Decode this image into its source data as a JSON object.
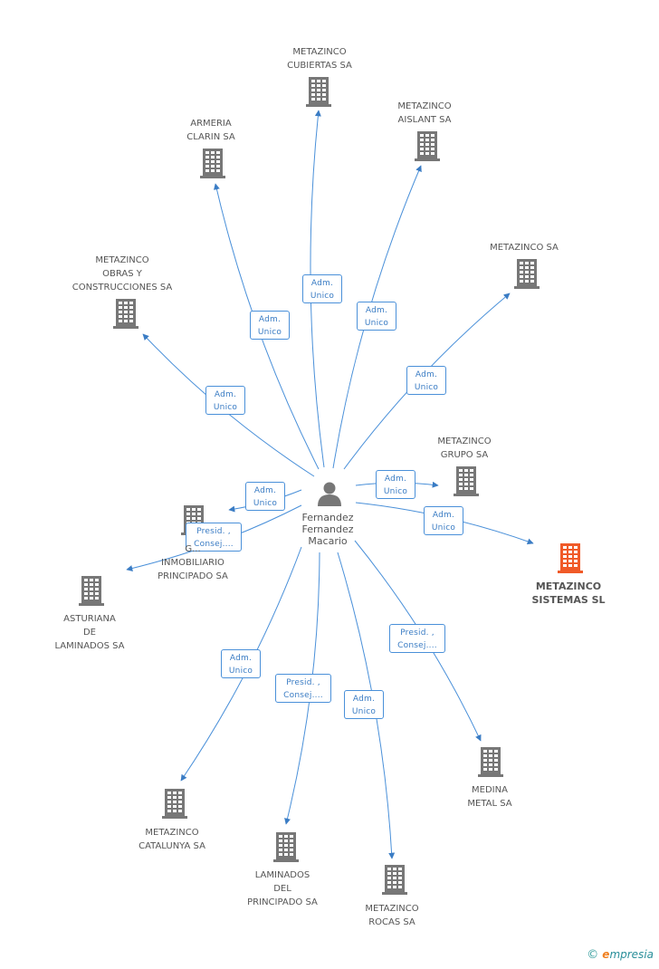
{
  "person": {
    "name_lines": [
      "Fernandez",
      "Fernandez",
      "Macario"
    ]
  },
  "companies": [
    {
      "id": "cubiertas",
      "lines": [
        "METAZINCO",
        "CUBIERTAS SA"
      ],
      "highlight": false
    },
    {
      "id": "aislant",
      "lines": [
        "METAZINCO",
        "AISLANT SA"
      ],
      "highlight": false
    },
    {
      "id": "armeria",
      "lines": [
        "ARMERIA",
        "CLARIN SA"
      ],
      "highlight": false
    },
    {
      "id": "metazinco_sa",
      "lines": [
        "METAZINCO SA"
      ],
      "highlight": false
    },
    {
      "id": "obras",
      "lines": [
        "METAZINCO",
        "OBRAS Y",
        "CONSTRUCCIONES SA"
      ],
      "highlight": false
    },
    {
      "id": "grupo",
      "lines": [
        "METAZINCO",
        "GRUPO SA"
      ],
      "highlight": false
    },
    {
      "id": "inmobiliario",
      "lines": [
        "G...",
        "INMOBILIARIO",
        "PRINCIPADO SA"
      ],
      "highlight": false
    },
    {
      "id": "sistemas",
      "lines": [
        "METAZINCO",
        "SISTEMAS SL"
      ],
      "highlight": true
    },
    {
      "id": "asturiana",
      "lines": [
        "ASTURIANA",
        "DE",
        "LAMINADOS SA"
      ],
      "highlight": false
    },
    {
      "id": "medina",
      "lines": [
        "MEDINA",
        "METAL SA"
      ],
      "highlight": false
    },
    {
      "id": "catalunya",
      "lines": [
        "METAZINCO",
        "CATALUNYA SA"
      ],
      "highlight": false
    },
    {
      "id": "laminados",
      "lines": [
        "LAMINADOS",
        "DEL",
        "PRINCIPADO SA"
      ],
      "highlight": false
    },
    {
      "id": "rocas",
      "lines": [
        "METAZINCO",
        "ROCAS SA"
      ],
      "highlight": false
    }
  ],
  "edges": [
    {
      "to": "cubiertas",
      "lines": [
        "Adm.",
        "Unico"
      ]
    },
    {
      "to": "aislant",
      "lines": [
        "Adm.",
        "Unico"
      ]
    },
    {
      "to": "armeria",
      "lines": [
        "Adm.",
        "Unico"
      ]
    },
    {
      "to": "metazinco_sa",
      "lines": [
        "Adm.",
        "Unico"
      ]
    },
    {
      "to": "obras",
      "lines": [
        "Adm.",
        "Unico"
      ]
    },
    {
      "to": "grupo",
      "lines": [
        "Adm.",
        "Unico"
      ]
    },
    {
      "to": "inmobiliario",
      "lines": [
        "Adm.",
        "Unico"
      ]
    },
    {
      "to": "sistemas",
      "lines": [
        "Adm.",
        "Unico"
      ]
    },
    {
      "to": "asturiana",
      "lines": [
        "Presid. ,",
        "Consej...."
      ]
    },
    {
      "to": "medina",
      "lines": [
        "Presid. ,",
        "Consej...."
      ]
    },
    {
      "to": "catalunya",
      "lines": [
        "Adm.",
        "Unico"
      ]
    },
    {
      "to": "laminados",
      "lines": [
        "Presid. ,",
        "Consej...."
      ]
    },
    {
      "to": "rocas",
      "lines": [
        "Adm.",
        "Unico"
      ]
    }
  ],
  "colors": {
    "edge": "#4a90d9",
    "building": "#777777",
    "highlight": "#f05a28",
    "person": "#777777"
  },
  "footer": {
    "copyright": "©",
    "brand_initial": "e",
    "brand_rest": "mpresia"
  }
}
